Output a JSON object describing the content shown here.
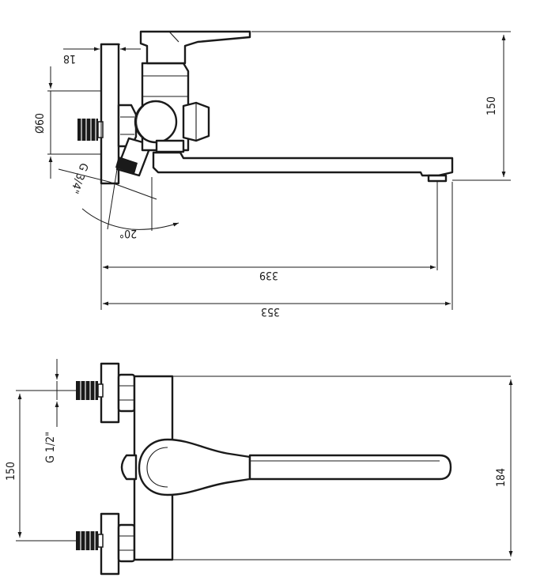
{
  "side_view": {
    "flange_depth": "18",
    "flange_diameter": "Ø60",
    "inlet_thread": "G 3/4\"",
    "angle": "20°",
    "height": "150",
    "spout_reach": "339",
    "overall_length": "353"
  },
  "top_view": {
    "inlet_thread": "G 1/2\"",
    "inlet_spacing": "150",
    "overall_width": "184"
  }
}
